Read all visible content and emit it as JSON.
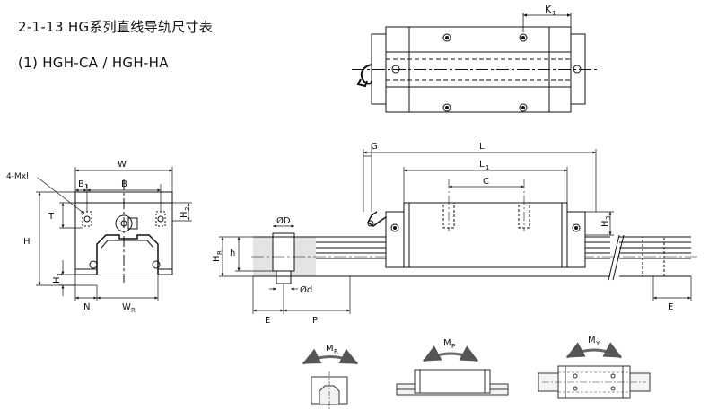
{
  "heading": "2-1-13 HG系列直线导轨尺寸表",
  "model_line": "(1) HGH-CA / HGH-HA",
  "top_view": {
    "k1": "K",
    "k1_sub": "1"
  },
  "end_view": {
    "w": "W",
    "b1": "B",
    "b1_sub": "1",
    "b": "B",
    "mxl": "4-Mxl",
    "t": "T",
    "h": "H",
    "h2": "H",
    "h2_sub": "2",
    "h1": "H",
    "h1_sub": "1",
    "n": "N",
    "wr": "W",
    "wr_sub": "R"
  },
  "side_view": {
    "g": "G",
    "l": "L",
    "l1": "L",
    "l1_sub": "1",
    "c": "C",
    "h3": "H",
    "h3_sub": "3",
    "od": "ØD",
    "h_small": "h",
    "hr": "H",
    "hr_sub": "R",
    "od_small": "Ød",
    "e_left": "E",
    "p": "P",
    "e_right": "E"
  },
  "moments": {
    "mr": "M",
    "mr_sub": "R",
    "mp": "M",
    "mp_sub": "P",
    "my": "M",
    "my_sub": "Y"
  }
}
